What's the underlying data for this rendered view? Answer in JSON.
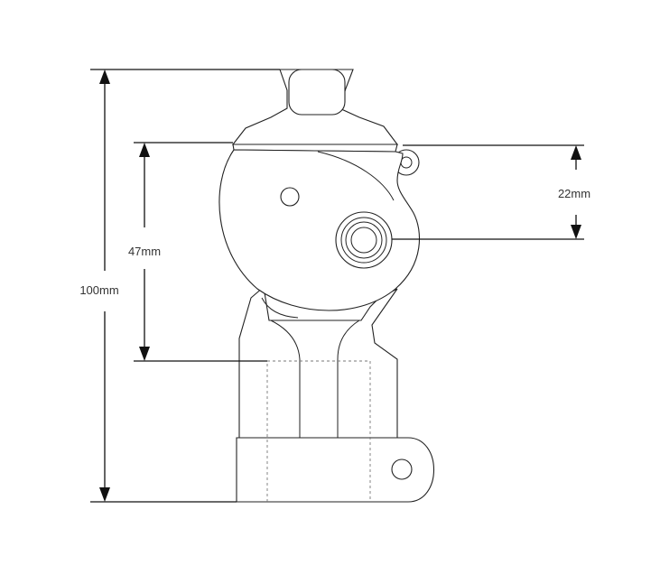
{
  "dimensions": {
    "overall_height": "100mm",
    "mount_height": "47mm",
    "pivot_offset": "22mm"
  }
}
